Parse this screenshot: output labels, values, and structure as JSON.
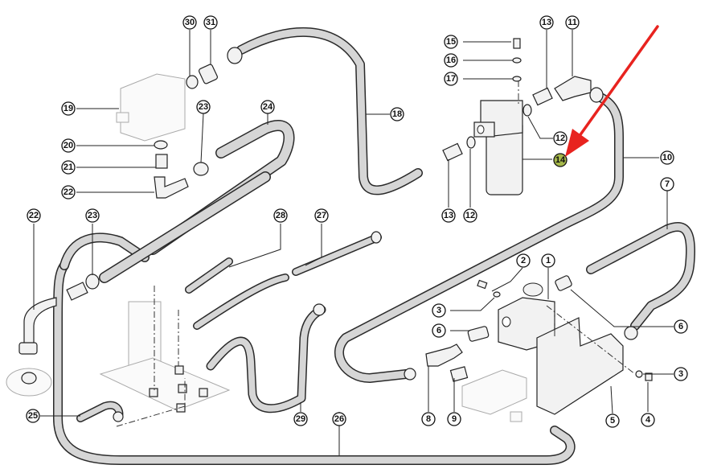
{
  "diagram": {
    "title": "Hydraulic hose and filter assembly — exploded parts view",
    "highlight_color": "#a6b84a",
    "arrow_color": "#e8231f",
    "highlighted_part": "14",
    "callouts": [
      {
        "id": "c1",
        "label": "1"
      },
      {
        "id": "c2",
        "label": "2"
      },
      {
        "id": "c3a",
        "label": "3"
      },
      {
        "id": "c3b",
        "label": "3"
      },
      {
        "id": "c4",
        "label": "4"
      },
      {
        "id": "c5",
        "label": "5"
      },
      {
        "id": "c6a",
        "label": "6"
      },
      {
        "id": "c6b",
        "label": "6"
      },
      {
        "id": "c7",
        "label": "7"
      },
      {
        "id": "c8",
        "label": "8"
      },
      {
        "id": "c9",
        "label": "9"
      },
      {
        "id": "c10",
        "label": "10"
      },
      {
        "id": "c11",
        "label": "11"
      },
      {
        "id": "c12a",
        "label": "12"
      },
      {
        "id": "c12b",
        "label": "12"
      },
      {
        "id": "c13a",
        "label": "13"
      },
      {
        "id": "c13b",
        "label": "13"
      },
      {
        "id": "c14",
        "label": "14"
      },
      {
        "id": "c15",
        "label": "15"
      },
      {
        "id": "c16",
        "label": "16"
      },
      {
        "id": "c17",
        "label": "17"
      },
      {
        "id": "c18",
        "label": "18"
      },
      {
        "id": "c19",
        "label": "19"
      },
      {
        "id": "c20",
        "label": "20"
      },
      {
        "id": "c21",
        "label": "21"
      },
      {
        "id": "c22a",
        "label": "22"
      },
      {
        "id": "c22b",
        "label": "22"
      },
      {
        "id": "c23a",
        "label": "23"
      },
      {
        "id": "c23b",
        "label": "23"
      },
      {
        "id": "c24",
        "label": "24"
      },
      {
        "id": "c25",
        "label": "25"
      },
      {
        "id": "c26",
        "label": "26"
      },
      {
        "id": "c27",
        "label": "27"
      },
      {
        "id": "c28",
        "label": "28"
      },
      {
        "id": "c29",
        "label": "29"
      },
      {
        "id": "c30",
        "label": "30"
      },
      {
        "id": "c31",
        "label": "31"
      }
    ]
  }
}
